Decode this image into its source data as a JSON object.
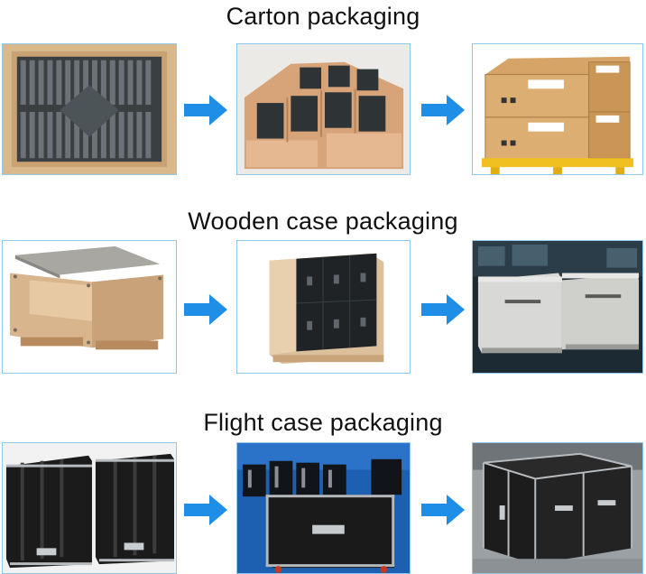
{
  "sections": [
    {
      "title": "Carton packaging",
      "photos": [
        {
          "depicts": "led-modules-in-carton"
        },
        {
          "depicts": "cartons-with-led-modules"
        },
        {
          "depicts": "stacked-cartons-on-pallet"
        }
      ]
    },
    {
      "title": "Wooden case packaging",
      "photos": [
        {
          "depicts": "open-wooden-case"
        },
        {
          "depicts": "wooden-case-with-led-cabinet"
        },
        {
          "depicts": "closed-wooden-cases"
        }
      ]
    },
    {
      "title": "Flight case packaging",
      "photos": [
        {
          "depicts": "open-flight-cases"
        },
        {
          "depicts": "flight-cases-with-led-cabinets"
        },
        {
          "depicts": "closed-flight-cases"
        }
      ]
    }
  ],
  "arrow_icon": "arrow-right-icon",
  "colors": {
    "arrow": "#1f8ee6",
    "photo_border": "#8fc9ea",
    "text": "#111111"
  }
}
